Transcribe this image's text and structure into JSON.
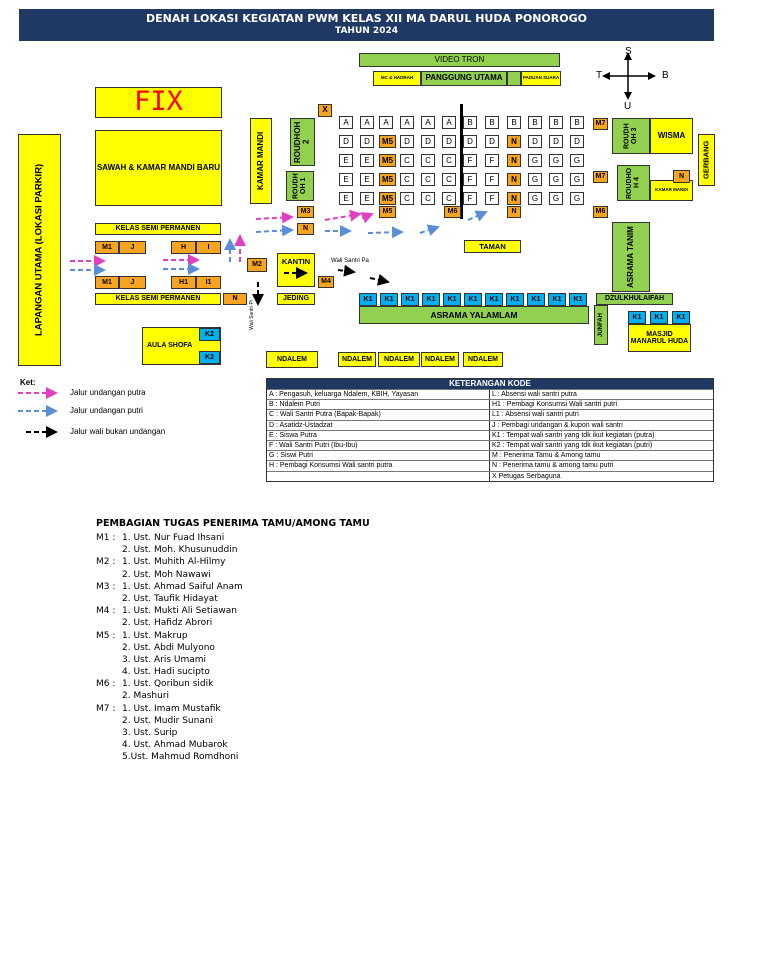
{
  "title": {
    "line1": "DENAH LOKASI KEGIATAN PWM KELAS XII MA DARUL HUDA PONOROGO",
    "line2": "TAHUN 2024"
  },
  "fix_label": "FIX",
  "compass": {
    "n": "S",
    "s": "U",
    "w": "T",
    "e": "B"
  },
  "labels": {
    "video_tron": "VIDEO TRON",
    "mc_hadrah": "MC & HADRAH",
    "panggung": "PANGGUNG UTAMA",
    "paduan_suara": "PADUAN SUARA",
    "sawah": "SAWAH & KAMAR MANDI BARU",
    "lapangan": "LAPANGAN UTAMA (LOKASI PARKIR)",
    "kamar_mandi": "KAMAR MANDI",
    "roudhoh2": "ROUDHOH 2",
    "roudhoh1": "ROUDH OH 1",
    "roudhoh3": "ROUDH OH 3",
    "roudhoh4": "ROUDHO H 4",
    "wisma": "WISMA",
    "gerbang": "GERBANG",
    "kamar_mandi_small": "KAMAR MANDI",
    "kelas_semi_1": "KELAS SEMI PERMANEN",
    "kelas_semi_2": "KELAS SEMI PERMANEN",
    "kantin": "KANTIN",
    "jeding": "JEDING",
    "taman": "TAMAN",
    "asrama_tanim": "ASRAMA TANIM",
    "dzulkhulaifah": "DZULKHULAIFAH",
    "asrama_yalamlam": "ASRAMA YALAMLAM",
    "junfah": "JUNFAH",
    "masjid": "MASJID MANARUL HUDA",
    "aula": "AULA SHOFA",
    "ndalem": "NDALEM",
    "wali_santri_pa": "Wali Santri Pa",
    "wali_santri_pi": "Wali Santri Pi",
    "x": "X"
  },
  "codes": {
    "M1": "M1",
    "M2": "M2",
    "M3": "M3",
    "M4": "M4",
    "M5": "M5",
    "M6": "M6",
    "M7": "M7",
    "J": "J",
    "H": "H",
    "I": "I",
    "H1": "H1",
    "I1": "I1",
    "N": "N",
    "K1": "K1",
    "K2": "K2"
  },
  "seat_rows": [
    [
      "A",
      "A",
      "A",
      "A",
      "A",
      "A",
      "B",
      "B",
      "B",
      "B",
      "B",
      "B"
    ],
    [
      "D",
      "D",
      "M5",
      "D",
      "D",
      "D",
      "D",
      "D",
      "N",
      "D",
      "D",
      "D"
    ],
    [
      "E",
      "E",
      "M5",
      "C",
      "C",
      "C",
      "F",
      "F",
      "N",
      "G",
      "G",
      "G"
    ],
    [
      "E",
      "E",
      "M5",
      "C",
      "C",
      "C",
      "F",
      "F",
      "N",
      "G",
      "G",
      "G"
    ],
    [
      "E",
      "E",
      "M5",
      "C",
      "C",
      "C",
      "F",
      "F",
      "N",
      "G",
      "G",
      "G"
    ]
  ],
  "ket": {
    "title": "Ket:",
    "putra": "Jalur undangan putra",
    "putri": "Jalur undangan putri",
    "wali": "Jalur wali bukan undangan"
  },
  "legend": {
    "title": "KETERANGAN KODE",
    "left": [
      "A  : Pengasuh, keluarga Ndalem, KBIH, Yayasan",
      "B  : Ndalem Putri",
      "C  : Wali Santri Putra (Bapak-Bapak)",
      "D  : Asatidz-Ustadzat",
      "E  : Siswa Putra",
      "F  : Wali Santri Putri (Ibu-Ibu)",
      "G  : Siswi Putri",
      "H  : Pembagi Konsumsi Wali santri putra",
      ""
    ],
    "right": [
      "L     : Absensi wali santri putra",
      "H1  : Pembagi Konsumsi Wali santri putri",
      "L1   : Absensi wali santri putri",
      "J     : Pembagi undangan & kupon wali santri",
      "K1   : Tempat wali santri yang tdk ikut kegiatan (putra)",
      "K2   : Tempat wali santri yang tdk ikut kegiatan (putri)",
      "M    : Penerima Tamu & Among tamu",
      "N    : Penerima tamu & among tamu putri",
      "X     Petugas Serbaguna"
    ]
  },
  "tasks": {
    "heading": "PEMBAGIAN TUGAS PENERIMA TAMU/AMONG TAMU",
    "lines": [
      {
        "code": "M1 :",
        "text": "1. Ust. Nur Fuad Ihsani"
      },
      {
        "code": "",
        "text": "2. Ust. Moh. Khusunuddin"
      },
      {
        "code": "M2 :",
        "text": "1. Ust. Muhith Al-Hilmy"
      },
      {
        "code": "",
        "text": "2. Ust. Moh Nawawi"
      },
      {
        "code": "M3 :",
        "text": "1. Ust. Ahmad Saiful Anam"
      },
      {
        "code": "",
        "text": "2. Ust. Taufik Hidayat"
      },
      {
        "code": "M4 :",
        "text": "1. Ust. Mukti Ali Setiawan"
      },
      {
        "code": "",
        "text": "2. Ust. Hafidz Abrori"
      },
      {
        "code": "M5 :",
        "text": "1. Ust. Makrup"
      },
      {
        "code": "",
        "text": "2. Ust. Abdi Mulyono"
      },
      {
        "code": "",
        "text": "3. Ust. Aris Umami"
      },
      {
        "code": "",
        "text": "4. Ust. Hadi sucipto"
      },
      {
        "code": "M6 :",
        "text": "1. Ust. Qoribun sidik"
      },
      {
        "code": "",
        "text": "2. Mashuri"
      },
      {
        "code": "M7 :",
        "text": "1. Ust. Imam Mustafik"
      },
      {
        "code": "",
        "text": "2. Ust. Mudir Sunani"
      },
      {
        "code": "",
        "text": "3. Ust. Surip"
      },
      {
        "code": "",
        "text": "4. Ust. Ahmad Mubarok"
      },
      {
        "code": "",
        "text": "5.Ust. Mahmud Romdhoni"
      }
    ]
  },
  "colors": {
    "header": "#1f3864",
    "yellow": "#ffff00",
    "green": "#92d050",
    "blue": "#00b0f0",
    "orange": "#f7a520",
    "putra_arrow": "#e040c0",
    "putri_arrow": "#5b8ed6",
    "fix_red": "#ff0000"
  }
}
